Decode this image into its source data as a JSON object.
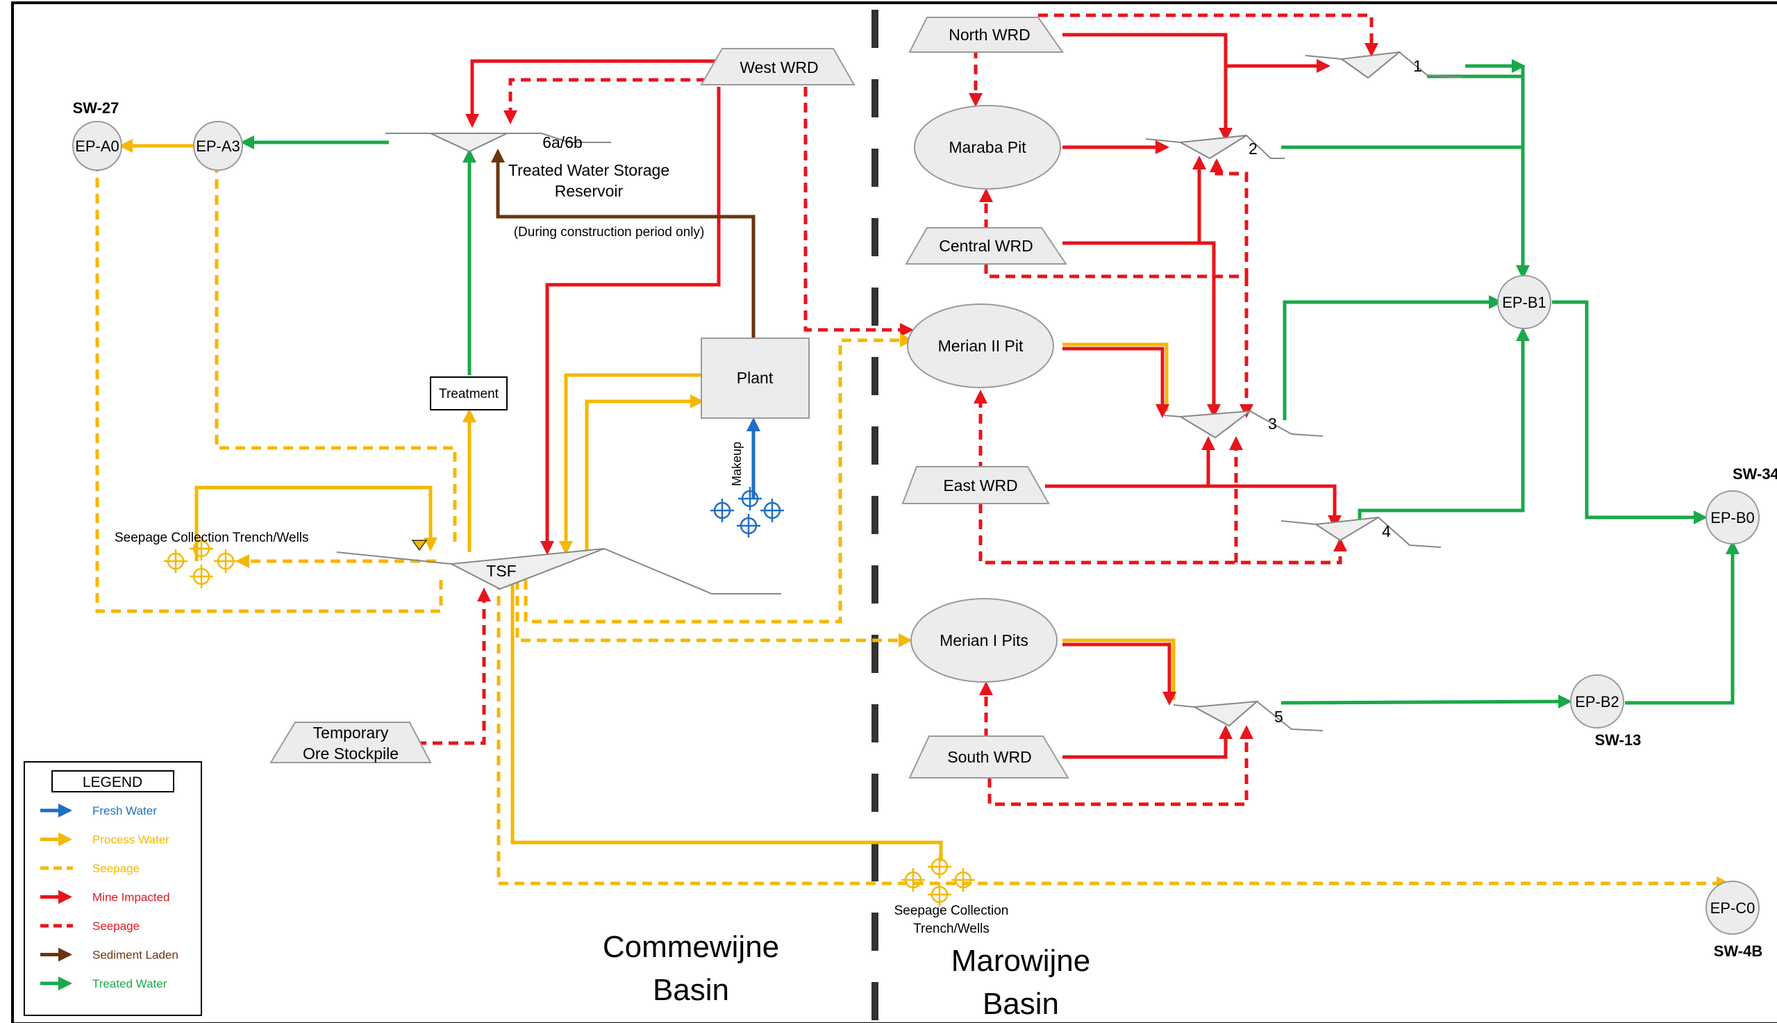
{
  "colors": {
    "fresh_water": "#1f6fc5",
    "process_water": "#f5b800",
    "mine_impacted": "#e8141b",
    "sediment": "#6b3410",
    "treated": "#1aa84a",
    "node_fill": "#ececec",
    "node_stroke": "#9a9a9a"
  },
  "basins": {
    "left": [
      "Commewijne",
      "Basin"
    ],
    "right": [
      "Marowijne",
      "Basin"
    ]
  },
  "sw_labels": {
    "sw27": "SW-27",
    "sw34": "SW-34",
    "sw13": "SW-13",
    "sw4b": "SW-4B"
  },
  "nodes": {
    "ep_a0": "EP-A0",
    "ep_a3": "EP-A3",
    "ep_b1": "EP-B1",
    "ep_b0": "EP-B0",
    "ep_b2": "EP-B2",
    "ep_c0": "EP-C0",
    "west_wrd": "West WRD",
    "north_wrd": "North WRD",
    "central_wrd": "Central WRD",
    "east_wrd": "East WRD",
    "south_wrd": "South WRD",
    "temp_ore": [
      "Temporary",
      "Ore Stockpile"
    ],
    "maraba": "Maraba Pit",
    "merian2": "Merian II Pit",
    "merian1": "Merian I Pits",
    "plant": "Plant",
    "treatment": "Treatment",
    "tsf": "TSF",
    "reservoir_id": "6a/6b",
    "reservoir": [
      "Treated Water Storage",
      "Reservoir"
    ],
    "construction_note": "(During construction period only)",
    "makeup": "Makeup",
    "seepage_left": "Seepage Collection Trench/Wells",
    "seepage_bottom": [
      "Seepage Collection",
      "Trench/Wells"
    ],
    "pond1": "1",
    "pond2": "2",
    "pond3": "3",
    "pond4": "4",
    "pond5": "5"
  },
  "legend": {
    "title": "LEGEND",
    "items": [
      {
        "label": "Fresh Water",
        "color": "#1f6fc5",
        "style": "solid"
      },
      {
        "label": "Process Water",
        "color": "#f5b800",
        "style": "solid"
      },
      {
        "label": "Seepage",
        "color": "#f5b800",
        "style": "dashed"
      },
      {
        "label": "Mine Impacted",
        "color": "#e8141b",
        "style": "solid"
      },
      {
        "label": "Seepage",
        "color": "#e8141b",
        "style": "dashed"
      },
      {
        "label": "Sediment Laden",
        "color": "#6b3410",
        "style": "solid"
      },
      {
        "label": "Treated Water",
        "color": "#1aa84a",
        "style": "solid"
      }
    ]
  }
}
